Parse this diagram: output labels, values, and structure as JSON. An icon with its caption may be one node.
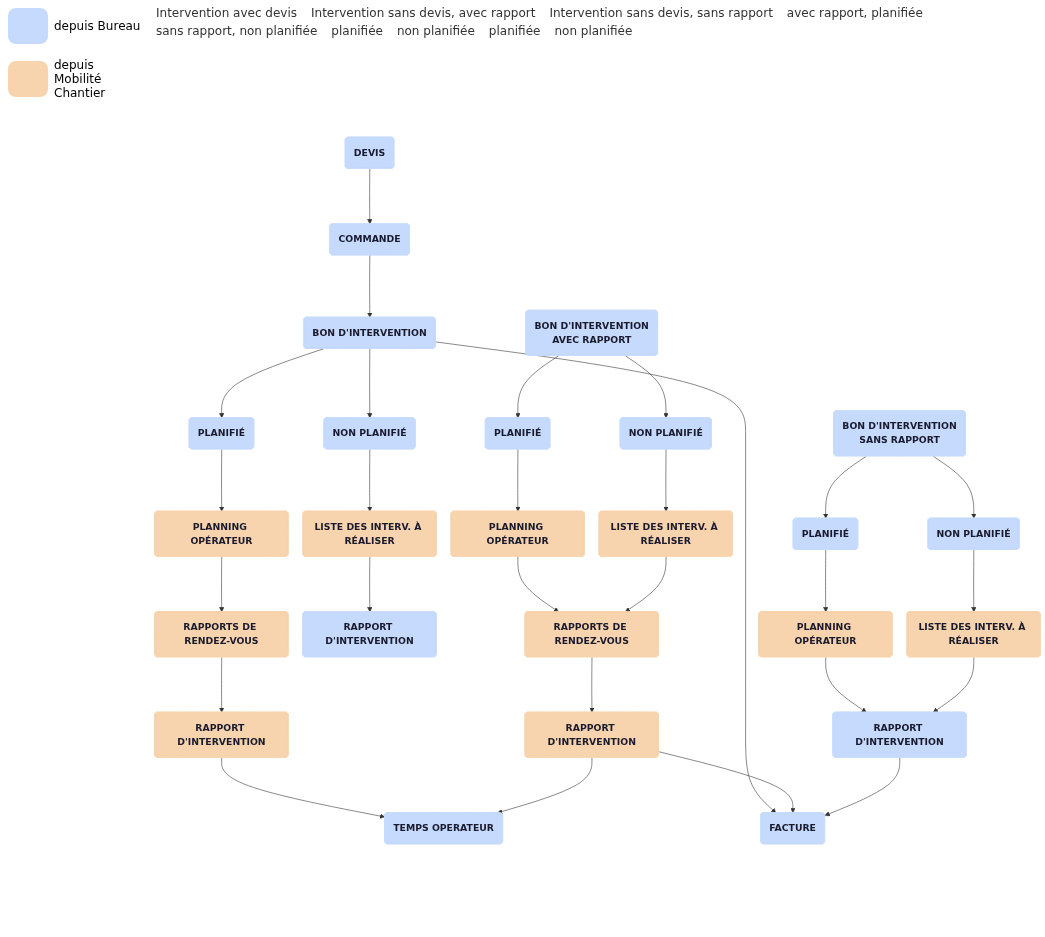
{
  "diagram": {
    "nodes": [
      {
        "text": [
          "DEVIS"
        ]
      },
      {
        "text": [
          "COMMANDE"
        ]
      },
      {
        "text": [
          "BON D'INTERVENTION"
        ]
      },
      {
        "text": [
          "PLANIFIÉ"
        ]
      },
      {
        "text": [
          "NON PLANIFIÉ"
        ]
      },
      {
        "text": [
          "PLANNING OPÉRATEUR"
        ]
      },
      {
        "text": [
          "LISTE DES INTERV. À RÉALISER"
        ]
      },
      {
        "text": [
          "RAPPORTS DE RENDEZ-VOUS"
        ]
      },
      {
        "text": [
          "RAPPORT D'INTERVENTION"
        ]
      },
      {
        "text": [
          "RAPPORT D'INTERVENTION"
        ]
      },
      {
        "text": [
          "BON D'INTERVENTION",
          "AVEC RAPPORT"
        ]
      },
      {
        "text": [
          "PLANIFIÉ"
        ]
      },
      {
        "text": [
          "NON PLANIFIÉ"
        ]
      },
      {
        "text": [
          "PLANNING OPÉRATEUR"
        ]
      },
      {
        "text": [
          "LISTE DES INTERV. À RÉALISER"
        ]
      },
      {
        "text": [
          "RAPPORTS DE RENDEZ-VOUS"
        ]
      },
      {
        "text": [
          "RAPPORT D'INTERVENTION"
        ]
      },
      {
        "text": [
          "BON D'INTERVENTION",
          "SANS RAPPORT"
        ]
      },
      {
        "text": [
          "PLANIFIÉ"
        ]
      },
      {
        "text": [
          "NON PLANIFIÉ"
        ]
      },
      {
        "text": [
          "PLANNING OPÉRATEUR"
        ]
      },
      {
        "text": [
          "LISTE DES INTERV. À RÉALISER"
        ]
      },
      {
        "text": [
          "RAPPORT D'INTERVENTION"
        ]
      },
      {
        "text": [
          "TEMPS OPERATEUR"
        ]
      },
      {
        "text": [
          "FACTURE"
        ]
      }
    ],
    "edges": [
      {
        "from": 0,
        "to": 1,
        "arrow": "to"
      },
      {
        "from": 1,
        "to": 2,
        "arrow": "to"
      },
      {
        "from": 2,
        "to": 3,
        "arrow": "to"
      },
      {
        "from": 2,
        "to": 4,
        "arrow": "to"
      },
      {
        "from": 3,
        "to": 5,
        "arrow": "to"
      },
      {
        "from": 4,
        "to": 6,
        "arrow": "to"
      },
      {
        "from": 5,
        "to": 7,
        "arrow": "to"
      },
      {
        "from": 7,
        "to": 8,
        "arrow": "to"
      },
      {
        "from": 6,
        "to": 9,
        "arrow": "to"
      },
      {
        "from": 2,
        "to": 24,
        "arrow": "to"
      },
      {
        "from": 10,
        "to": 11,
        "arrow": "to"
      },
      {
        "from": 10,
        "to": 12,
        "arrow": "to"
      },
      {
        "from": 11,
        "to": 13,
        "arrow": "to"
      },
      {
        "from": 12,
        "to": 14,
        "arrow": "to"
      },
      {
        "from": 13,
        "to": 15,
        "arrow": "to"
      },
      {
        "from": 14,
        "to": 15,
        "arrow": "to"
      },
      {
        "from": 15,
        "to": 16,
        "arrow": "to"
      },
      {
        "from": 17,
        "to": 18,
        "arrow": "to"
      },
      {
        "from": 17,
        "to": 19,
        "arrow": "to"
      },
      {
        "from": 18,
        "to": 20,
        "arrow": "to"
      },
      {
        "from": 19,
        "to": 21,
        "arrow": "to"
      },
      {
        "from": 20,
        "to": 22,
        "arrow": "to"
      },
      {
        "from": 21,
        "to": 22,
        "arrow": "to"
      },
      {
        "from": 8,
        "to": 23,
        "arrow": "to"
      },
      {
        "from": 16,
        "to": 23,
        "arrow": "to"
      },
      {
        "from": 16,
        "to": 24,
        "arrow": "to"
      },
      {
        "from": 22,
        "to": 24,
        "arrow": "to"
      }
    ],
    "labels": [
      "Intervention avec devis",
      "Intervention sans devis, avec rapport",
      "Intervention sans devis, sans rapport",
      "avec rapport, planifiée",
      "sans rapport, non planifiée",
      "planifiée",
      "non planifiée",
      "planifiée",
      "non planifiée"
    ],
    "legend": [
      {
        "text": "depuis Bureau",
        "color": "#c5dafc"
      },
      {
        "text": "depuis Mobilité Chantier",
        "color": "#f7d4ad"
      }
    ]
  }
}
